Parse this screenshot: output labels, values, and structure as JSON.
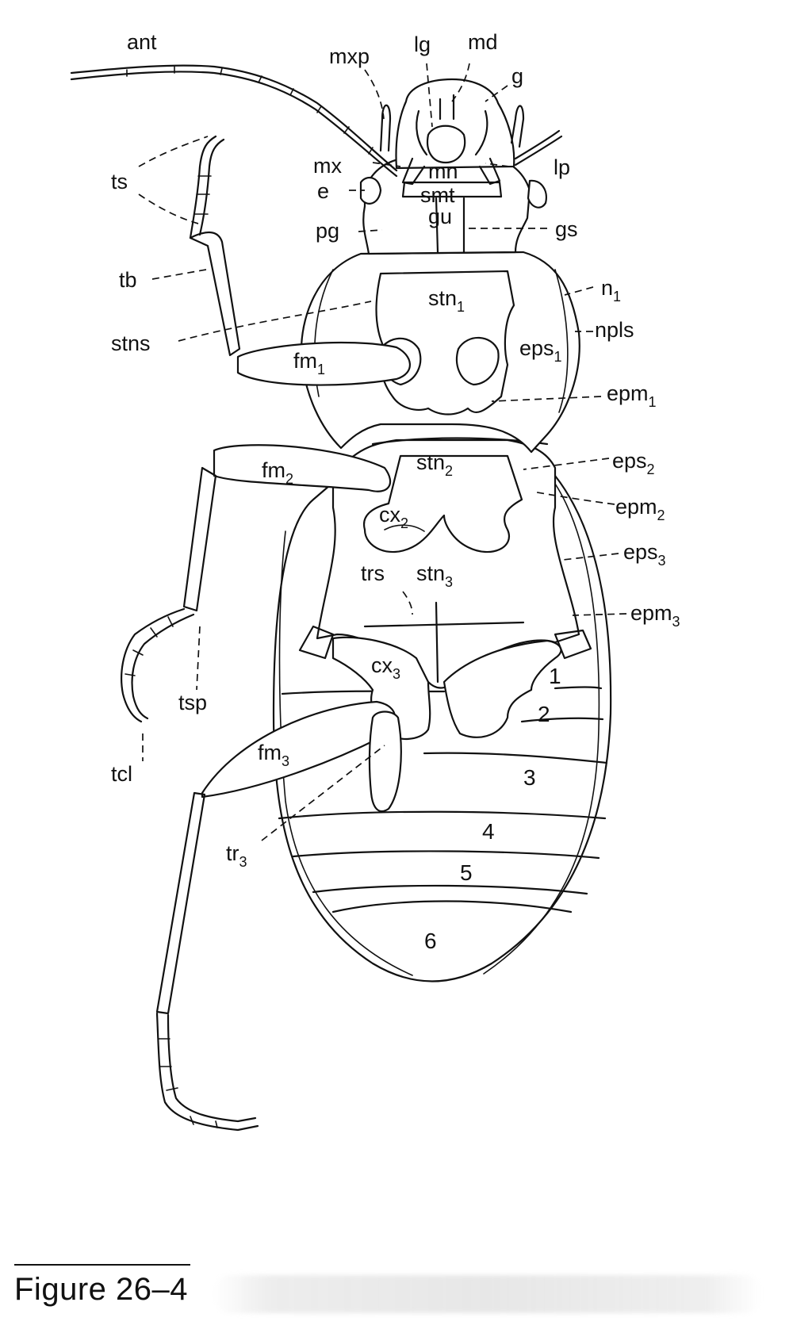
{
  "caption": "Figure 26–4",
  "labels": {
    "ant": "ant",
    "mxp": "mxp",
    "lg": "lg",
    "md": "md",
    "g": "g",
    "mx": "mx",
    "mn": "mn",
    "lp": "lp",
    "e": "e",
    "smt": "smt",
    "gu": "gu",
    "pg": "pg",
    "gs": "gs",
    "ts": "ts",
    "tb": "tb",
    "stn": "stn",
    "n": "n",
    "stns": "stns",
    "npls": "npls",
    "fm": "fm",
    "eps": "eps",
    "epm": "epm",
    "cx": "cx",
    "trs": "trs",
    "tsp": "tsp",
    "tcl": "tcl",
    "tr": "tr",
    "sub1": "1",
    "sub2": "2",
    "sub3": "3",
    "seg1": "1",
    "seg2": "2",
    "seg3": "3",
    "seg4": "4",
    "seg5": "5",
    "seg6": "6"
  }
}
